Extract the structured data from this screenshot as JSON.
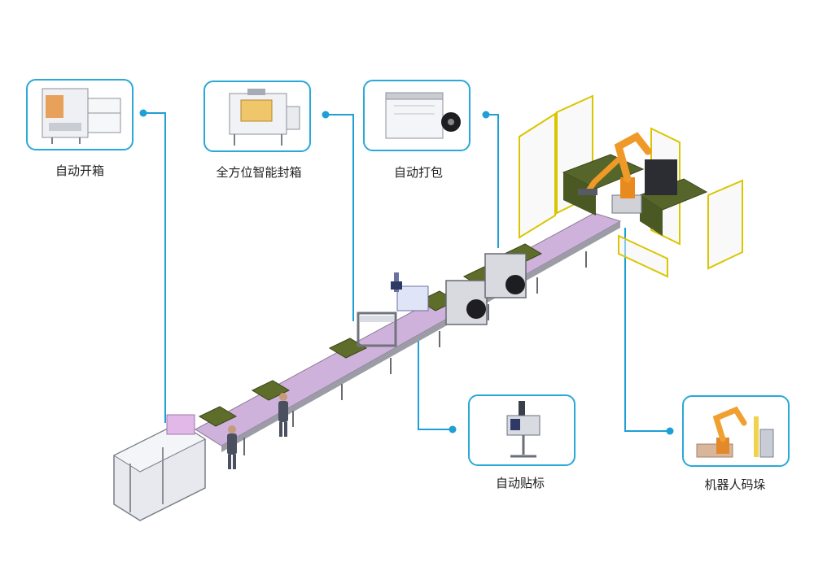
{
  "colors": {
    "accent": "#2aa8d8",
    "dot": "#1e9fd6",
    "conveyor": "#c9a7d8",
    "box": "#5b6b2a",
    "fence": "#e6d300",
    "robot": "#f0a030"
  },
  "stations": [
    {
      "id": "open",
      "label": "自动开箱",
      "icon": "case-erector-machine-icon"
    },
    {
      "id": "seal",
      "label": "全方位智能封箱",
      "icon": "case-sealer-machine-icon"
    },
    {
      "id": "strap",
      "label": "自动打包",
      "icon": "strapping-machine-icon"
    },
    {
      "id": "label",
      "label": "自动贴标",
      "icon": "labeling-machine-icon"
    },
    {
      "id": "pallet",
      "label": "机器人码垛",
      "icon": "palletizing-robot-icon"
    }
  ]
}
